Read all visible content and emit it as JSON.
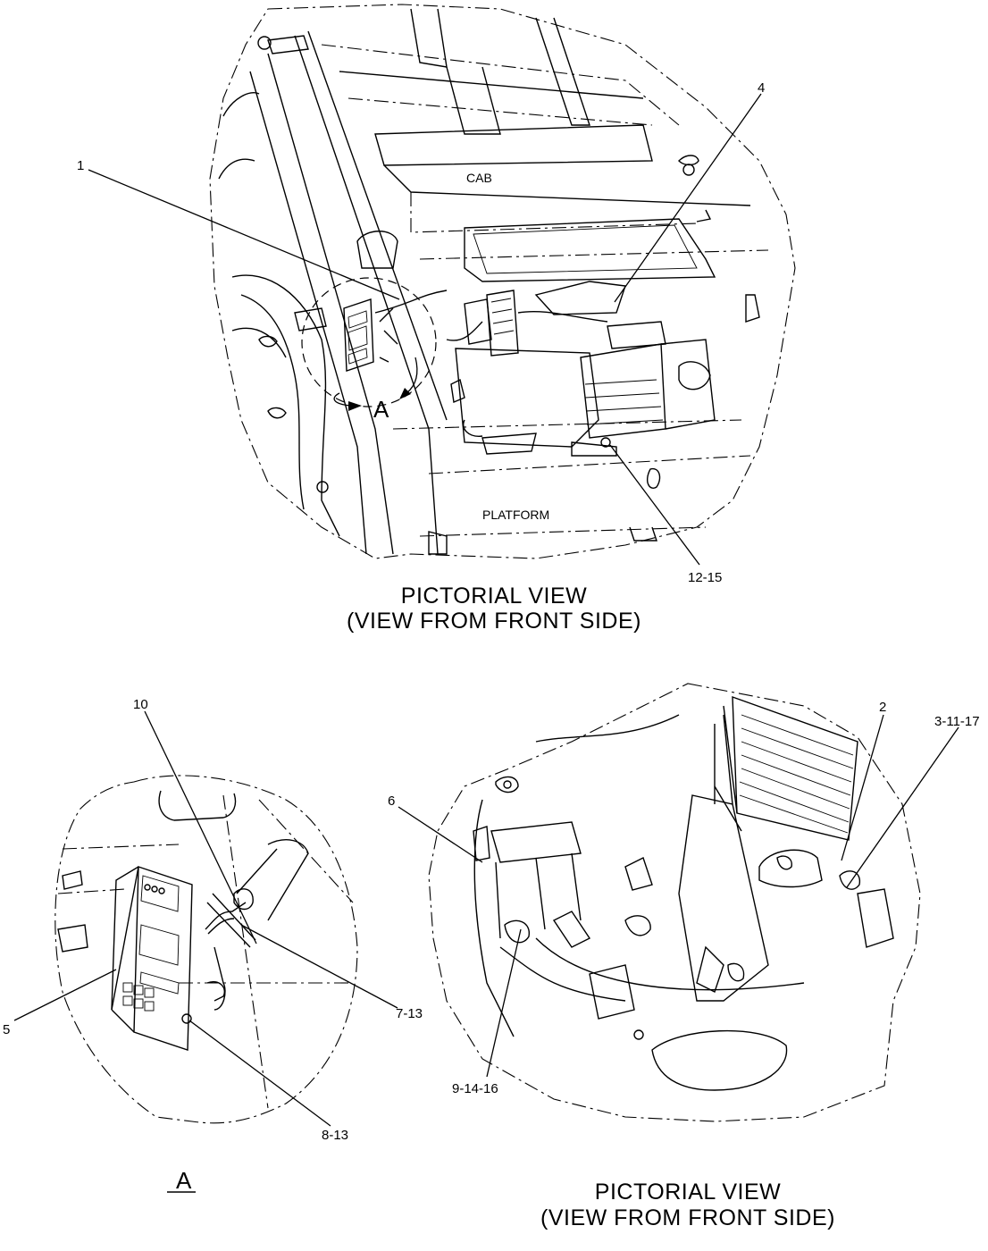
{
  "top_view": {
    "region_labels": {
      "cab": "CAB",
      "platform": "PLATFORM"
    },
    "detail_marker": "A",
    "callouts": {
      "c1": "1",
      "c4": "4",
      "c12_15": "12-15"
    },
    "caption": {
      "line1": "PICTORIAL  VIEW",
      "line2": "(VIEW  FROM  FRONT  SIDE)"
    }
  },
  "detail_view": {
    "callouts": {
      "c10": "10",
      "c5": "5",
      "c7_13": "7-13",
      "c8_13": "8-13"
    },
    "view_label": "A"
  },
  "bottom_view": {
    "callouts": {
      "c2": "2",
      "c3_11_17": "3-11-17",
      "c6": "6",
      "c9_14_16": "9-14-16"
    },
    "caption": {
      "line1": "PICTORIAL  VIEW",
      "line2": "(VIEW  FROM  FRONT  SIDE)"
    }
  }
}
